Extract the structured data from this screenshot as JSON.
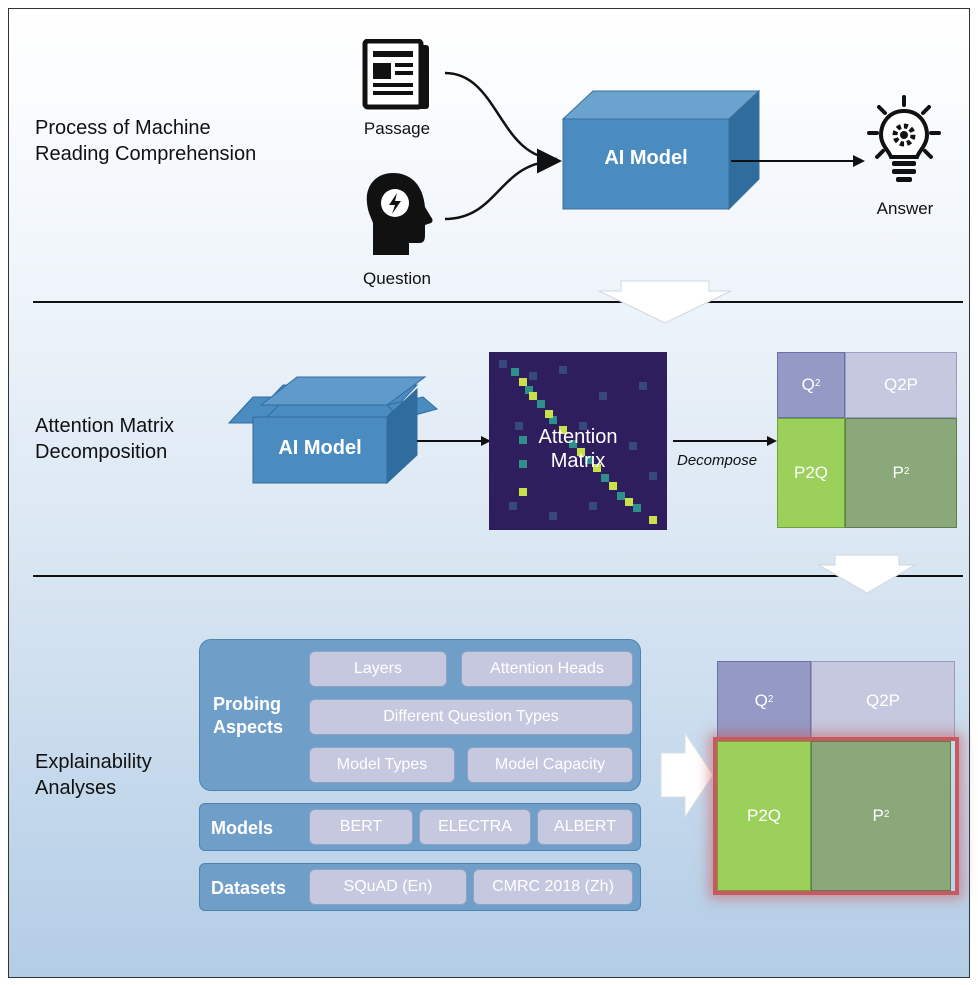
{
  "sections": {
    "process_title": "Process of Machine\nReading Comprehension",
    "attention_title": "Attention Matrix\nDecomposition",
    "explain_title": "Explainability\nAnalyses"
  },
  "process": {
    "passage_label": "Passage",
    "question_label": "Question",
    "model_label": "AI Model",
    "answer_label": "Answer"
  },
  "decomp": {
    "model_label": "AI Model",
    "matrix_label": "Attention\nMatrix",
    "decompose_label": "Decompose",
    "q2": "Q",
    "q2p": "Q2P",
    "p2q": "P2Q",
    "p2": "P",
    "sup": "2"
  },
  "analyses": {
    "probing_title": "Probing\nAspects",
    "probing_items": [
      "Layers",
      "Attention Heads",
      "Different Question Types",
      "Model Types",
      "Model Capacity"
    ],
    "models_title": "Models",
    "models_items": [
      "BERT",
      "ELECTRA",
      "ALBERT"
    ],
    "datasets_title": "Datasets",
    "datasets_items": [
      "SQuAD (En)",
      "CMRC 2018 (Zh)"
    ]
  },
  "colors": {
    "model_front": "#4a8bc0",
    "q2": "#9499c6",
    "q2p": "#c6c8df",
    "p2q": "#9bd05a",
    "p2": "#8aa87a",
    "highlight": "#c9595e"
  }
}
